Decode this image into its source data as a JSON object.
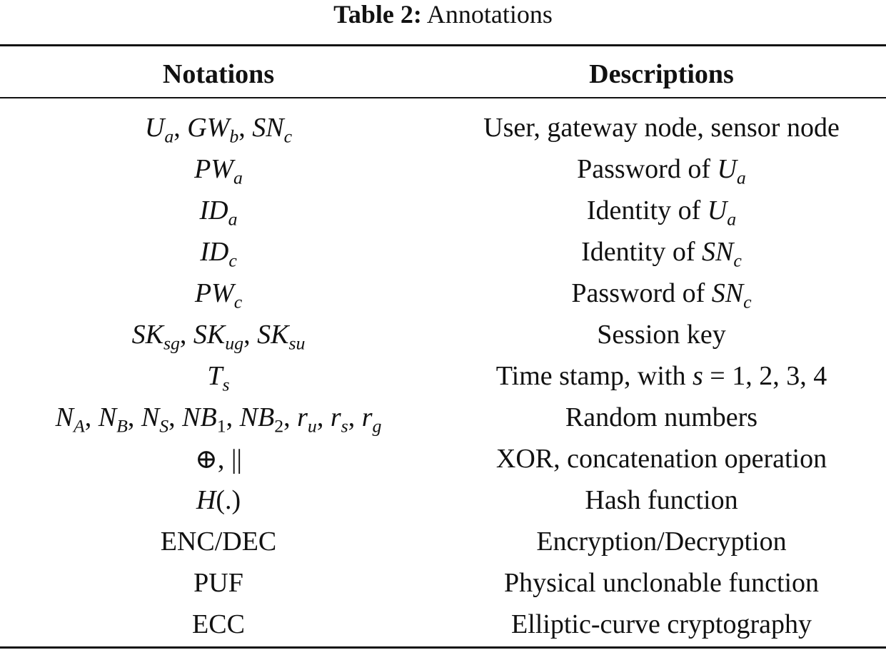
{
  "caption": {
    "label": "Table 2:",
    "title": "Annotations"
  },
  "headers": {
    "notations": "Notations",
    "descriptions": "Descriptions"
  },
  "rows": [
    {
      "description": "User, gateway node, sensor node"
    },
    {
      "description_prefix": "Password of "
    },
    {
      "description_prefix": "Identity of "
    },
    {
      "description_prefix": "Identity of "
    },
    {
      "description_prefix": "Password of "
    },
    {
      "description": "Session key"
    },
    {
      "description_prefix": "Time stamp, with ",
      "description_suffix": " = 1, 2, 3, 4"
    },
    {
      "description": "Random numbers"
    },
    {
      "description": "XOR, concatenation operation"
    },
    {
      "description": "Hash function"
    },
    {
      "notation": "ENC/DEC",
      "description": "Encryption/Decryption"
    },
    {
      "notation": "PUF",
      "description": "Physical unclonable function"
    },
    {
      "notation": "ECC",
      "description": "Elliptic-curve cryptography"
    }
  ],
  "symbols": {
    "U": "U",
    "GW": "GW",
    "SN": "SN",
    "PW": "PW",
    "ID": "ID",
    "SK": "SK",
    "T": "T",
    "N": "N",
    "NB": "NB",
    "r": "r",
    "H": "H",
    "s": "s",
    "xor": "⊕",
    "concat": "||",
    "dot_paren": "(.)",
    "sub_a": "a",
    "sub_b": "b",
    "sub_c": "c",
    "sub_sg": "sg",
    "sub_ug": "ug",
    "sub_su": "su",
    "sub_s": "s",
    "sub_A": "A",
    "sub_B": "B",
    "sub_S": "S",
    "sub_1": "1",
    "sub_2": "2",
    "sub_u": "u",
    "sub_g": "g",
    "comma": ", "
  }
}
